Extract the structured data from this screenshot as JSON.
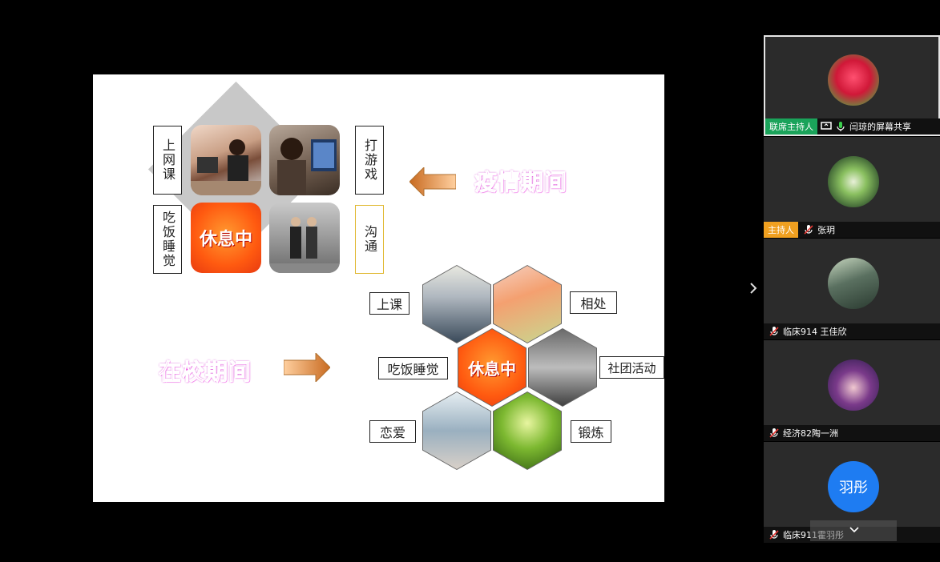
{
  "slide": {
    "top_labels": {
      "online_class": "上网课",
      "play_games": "打游戏",
      "eat_sleep": "吃饭睡觉",
      "communicate": "沟通"
    },
    "rest_text": "休息中",
    "period_epidemic": "疫情期间",
    "period_school": "在校期间",
    "bottom_labels": {
      "class": "上课",
      "get_along": "相处",
      "eat_sleep": "吃饭睡觉",
      "club": "社团活动",
      "love": "恋爱",
      "exercise": "锻炼"
    }
  },
  "participants": [
    {
      "badge": "联席主持人",
      "badge_color": "#1aa35a",
      "name": "闫琼的屏幕共享",
      "avatar": "flower-avatar",
      "screen_share": true
    },
    {
      "badge": "主持人",
      "badge_color": "#f0a020",
      "name": "张玥",
      "avatar": "frog-avatar"
    },
    {
      "badge": "",
      "name": "临床914 王佳欣",
      "avatar": "girl-avatar"
    },
    {
      "badge": "",
      "name": "经济82陶一洲",
      "avatar": "anime-avatar"
    },
    {
      "badge": "",
      "name": "临床911霍羽彤",
      "avatar_text": "羽彤",
      "avatar_color": "#1e7cf2"
    }
  ],
  "icons": {
    "expand_arrow": "chevron-right-icon",
    "collapse_arrow": "chevron-down-icon"
  }
}
